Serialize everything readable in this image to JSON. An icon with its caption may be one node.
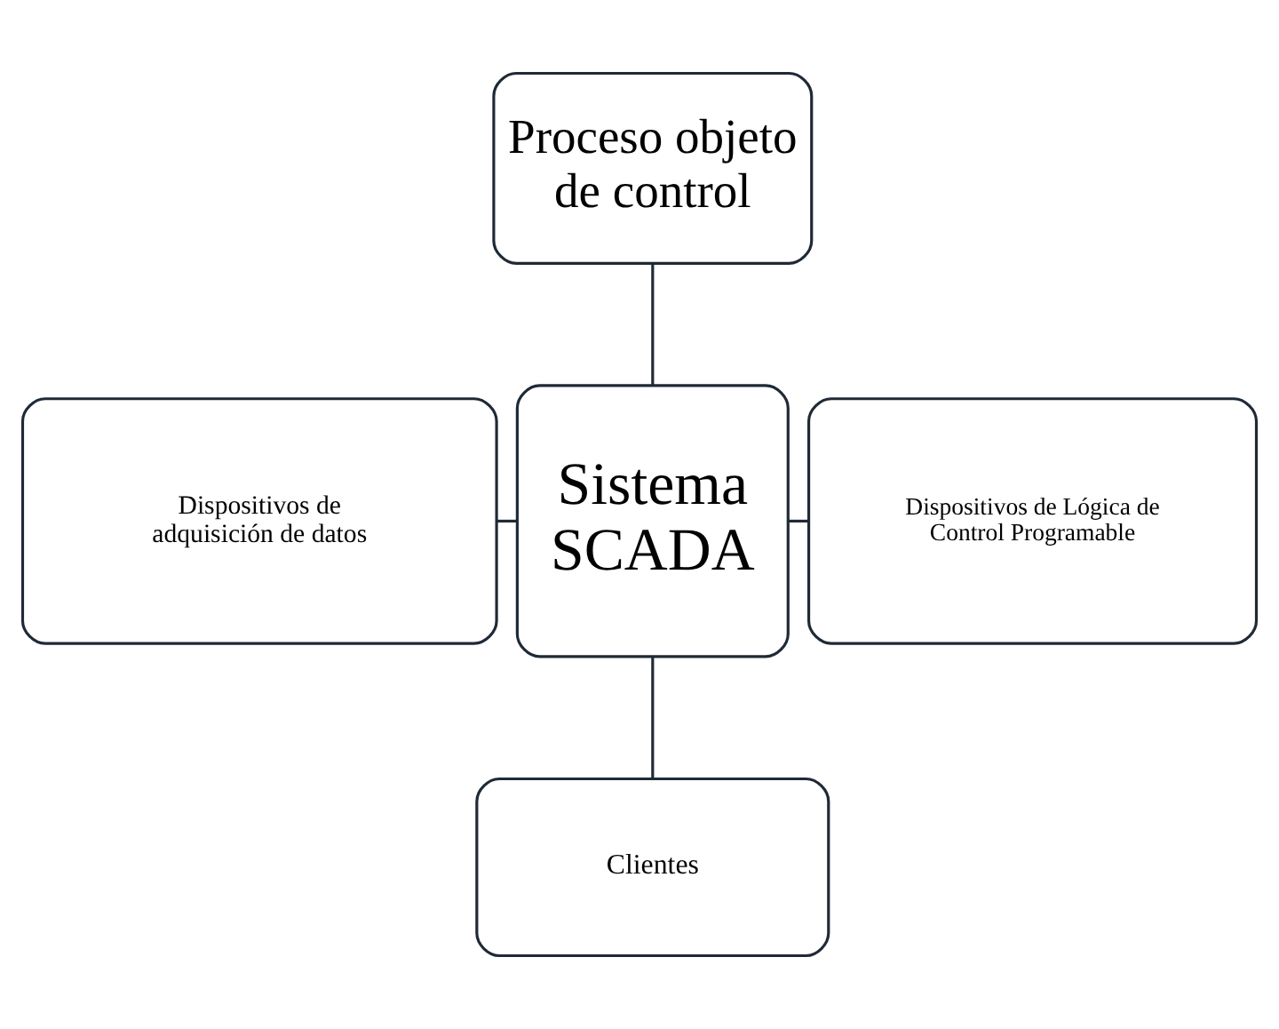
{
  "diagram": {
    "nodes": [
      {
        "text": [
          "Proceso objeto de control"
        ]
      },
      {
        "text": [
          "Dispositivos de adquisición de datos"
        ]
      },
      {
        "text": [
          "Sistema SCADA"
        ]
      },
      {
        "text": [
          "Dispositivos de Lógica de Control Programable"
        ]
      },
      {
        "text": [
          "Clientes"
        ]
      }
    ],
    "edges": [
      {
        "from": 0,
        "to": 2,
        "arrow": "none"
      },
      {
        "from": 1,
        "to": 2,
        "arrow": "none"
      },
      {
        "from": 2,
        "to": 3,
        "arrow": "none"
      },
      {
        "from": 2,
        "to": 4,
        "arrow": "none"
      }
    ]
  }
}
